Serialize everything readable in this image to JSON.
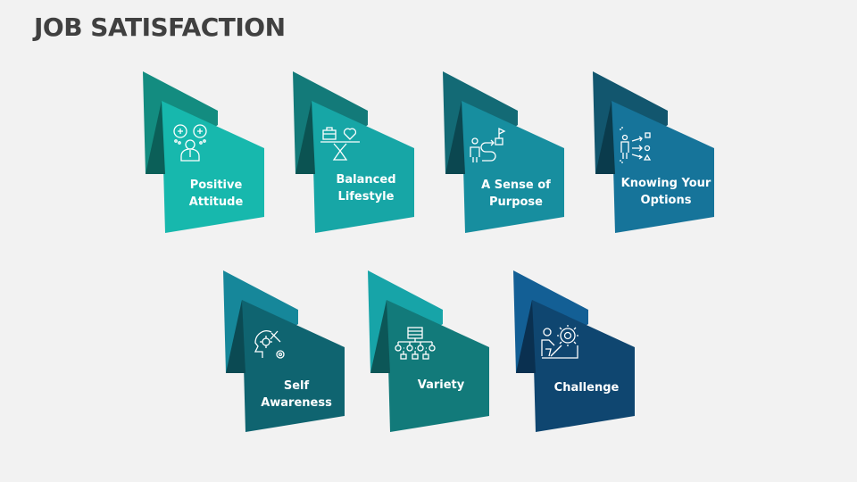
{
  "page": {
    "title": "JOB SATISFACTION"
  },
  "cards": [
    {
      "label": "Positive Attitude",
      "line1": "Positive",
      "line2": "Attitude",
      "icon": "positive-mind-icon",
      "back": "#138c80",
      "front": "#17b8ad",
      "fold": "#0b5f58"
    },
    {
      "label": "Balanced Lifestyle",
      "line1": "Balanced",
      "line2": "Lifestyle",
      "icon": "work-life-balance-icon",
      "back": "#137a79",
      "front": "#17a6a6",
      "fold": "#0b5352"
    },
    {
      "label": "A Sense of Purpose",
      "line1": "A Sense of",
      "line2": "Purpose",
      "icon": "path-to-goal-icon",
      "back": "#136a75",
      "front": "#178e9f",
      "fold": "#0b4750"
    },
    {
      "label": "Knowing Your Options",
      "line1": "Knowing Your",
      "line2": "Options",
      "icon": "options-icon",
      "back": "#12566e",
      "front": "#16749a",
      "fold": "#0a3b4c"
    },
    {
      "label": "Self Awareness",
      "line1": "Self",
      "line2": "Awareness",
      "icon": "self-awareness-icon",
      "back": "#16879a",
      "front": "#0f6470",
      "fold": "#0b4a53"
    },
    {
      "label": "Variety",
      "line1": "Variety",
      "line2": "",
      "icon": "hierarchy-icon",
      "back": "#17a4a8",
      "front": "#127a7a",
      "fold": "#0c5657"
    },
    {
      "label": "Challenge",
      "line1": "Challenge",
      "line2": "",
      "icon": "climbing-gear-icon",
      "back": "#135f95",
      "front": "#0f4670",
      "fold": "#0a3050"
    }
  ]
}
